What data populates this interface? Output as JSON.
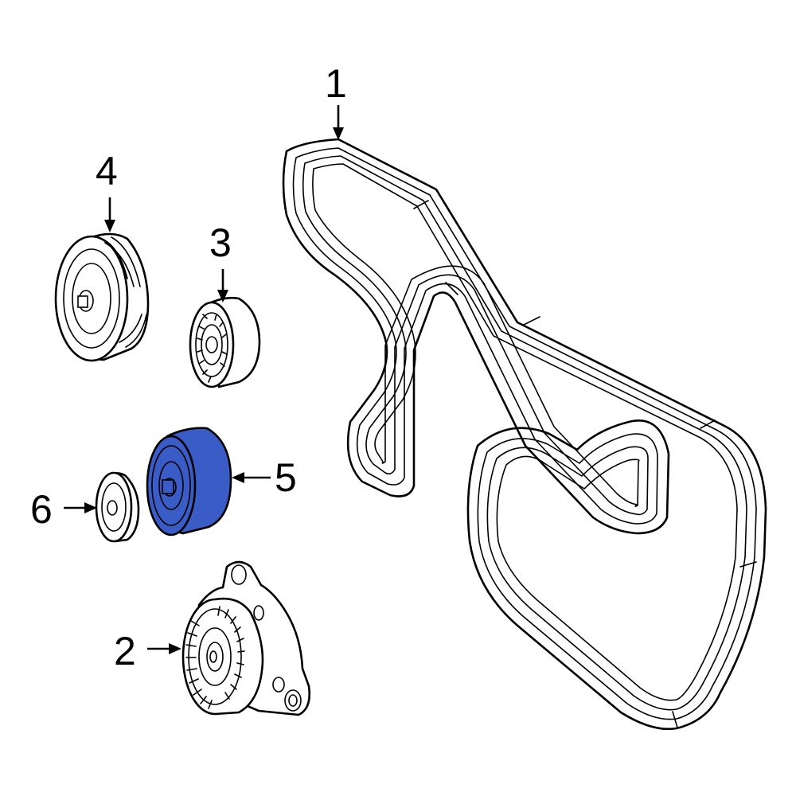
{
  "highlight_color": "#3a5cc6",
  "callouts": [
    {
      "id": "1",
      "label": "1"
    },
    {
      "id": "2",
      "label": "2"
    },
    {
      "id": "3",
      "label": "3"
    },
    {
      "id": "4",
      "label": "4"
    },
    {
      "id": "5",
      "label": "5"
    },
    {
      "id": "6",
      "label": "6"
    }
  ],
  "parts": {
    "belt": "serpentine-belt",
    "tensioner": "belt-tensioner-assembly",
    "idler_small": "idler-pulley",
    "idler_large": "grooved-idler-pulley",
    "idler_highlighted": "highlighted-idler-pulley",
    "spacer": "pulley-spacer"
  }
}
